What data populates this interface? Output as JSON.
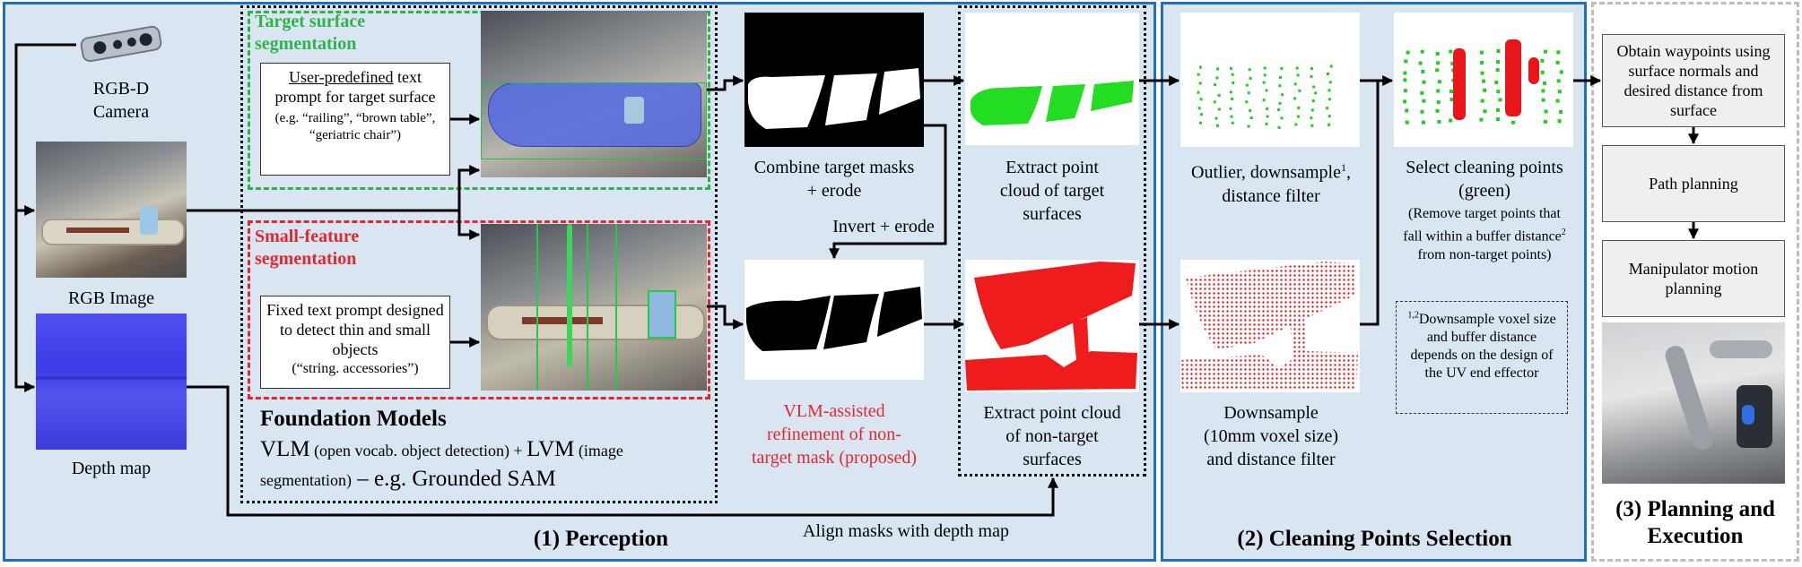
{
  "inputs": {
    "camera_label_1": "RGB-D",
    "camera_label_2": "Camera",
    "rgb_label": "RGB Image",
    "depth_label": "Depth map"
  },
  "perception": {
    "title": "(1) Perception",
    "target_seg_title_1": "Target surface",
    "target_seg_title_2": "segmentation",
    "target_prompt_underlined": "User-predefined",
    "target_prompt_rest": " text prompt for target surface",
    "target_prompt_examples": "(e.g. “railing”, “brown table”, “geriatric chair”)",
    "small_seg_title_1": "Small-feature",
    "small_seg_title_2": "segmentation",
    "small_prompt": "Fixed text prompt designed to detect thin and small objects",
    "small_prompt_example": "(“string. accessories”)",
    "foundation_title": "Foundation Models",
    "foundation_vlm": "VLM",
    "foundation_vlm_note": " (open vocab. object detection) + ",
    "foundation_lvm": "LVM",
    "foundation_lvm_note": " (image segmentation)",
    "foundation_suffix": " – e.g. Grounded SAM",
    "combine_label_1": "Combine target masks",
    "combine_label_2": "+ erode",
    "invert_label": "Invert + erode",
    "vlm_refine_label_1": "VLM-assisted",
    "vlm_refine_label_2": "refinement of non-",
    "vlm_refine_label_3": "target mask (proposed)",
    "extract_target_1": "Extract point",
    "extract_target_2": "cloud of target",
    "extract_target_3": "surfaces",
    "extract_nontarget_1": "Extract point cloud",
    "extract_nontarget_2": "of non-target",
    "extract_nontarget_3": "surfaces",
    "align_label": "Align masks with depth map"
  },
  "cleaning": {
    "title": "(2) Cleaning Points Selection",
    "outlier_label_1": "Outlier, downsample",
    "outlier_sup": "1",
    "outlier_label_2": "distance filter",
    "select_label_1": "Select cleaning points",
    "select_label_2": "(green)",
    "select_note_1": "(Remove target points that",
    "select_note_2": "fall within a buffer distance",
    "select_note_sup": "2",
    "select_note_3": "from non-target points)",
    "downsample_label_1": "Downsample",
    "downsample_label_2": "(10mm voxel size)",
    "downsample_label_3": "and distance filter",
    "footnote_sup": "1,2",
    "footnote_text": "Downsample voxel size and buffer distance depends on the design of the UV end effector"
  },
  "planning": {
    "title_1": "(3) Planning and",
    "title_2": "Execution",
    "step1": "Obtain waypoints using surface normals and desired distance from surface",
    "step2": "Path planning",
    "step3": "Manipulator motion planning"
  },
  "colors": {
    "panel_bg": "#d9e6f2",
    "panel_border": "#1f6fbf",
    "target_green": "#2db34a",
    "nontarget_red": "#e0282e",
    "point_green": "#22cc22",
    "point_red": "#e8161a"
  }
}
